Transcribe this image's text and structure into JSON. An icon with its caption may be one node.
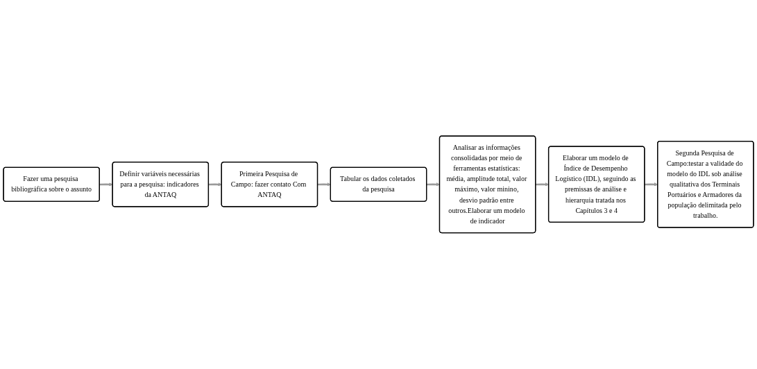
{
  "diagram": {
    "nodes": [
      {
        "text": [
          "Fazer uma pesquisa bibliográfica sobre o assunto"
        ]
      },
      {
        "text": [
          "Definir variáveis necessárias para a pesquisa: indicadores da ANTAQ"
        ]
      },
      {
        "text": [
          "Primeira Pesquisa de Campo: fazer contato Com ANTAQ"
        ]
      },
      {
        "text": [
          "Tabular os dados coletados da pesquisa"
        ]
      },
      {
        "text": [
          "Analisar as informações consolidadas por meio de ferramentas estatísticas: média, amplitude total, valor máximo, valor minino, desvio padrão entre outros.Elaborar um modelo de indicador"
        ]
      },
      {
        "text": [
          "Elaborar um modelo de Índice de Desempenho Logístico (IDL), seguindo as premissas de análise e hierarquia tratada nos Capítulos 3 e 4"
        ]
      },
      {
        "text": [
          "Segunda Pesquisa de Campo:testar a validade do modelo do IDL sob análise qualitativa dos Terminais Portuários e Armadores da população delimitada pelo trabalho."
        ]
      }
    ],
    "edges": [
      {
        "from": 0,
        "to": 1,
        "arrow": "to"
      },
      {
        "from": 1,
        "to": 2,
        "arrow": "to"
      },
      {
        "from": 2,
        "to": 3,
        "arrow": "to"
      },
      {
        "from": 3,
        "to": 4,
        "arrow": "to"
      },
      {
        "from": 4,
        "to": 5,
        "arrow": "to"
      },
      {
        "from": 5,
        "to": 6,
        "arrow": "to"
      }
    ]
  }
}
